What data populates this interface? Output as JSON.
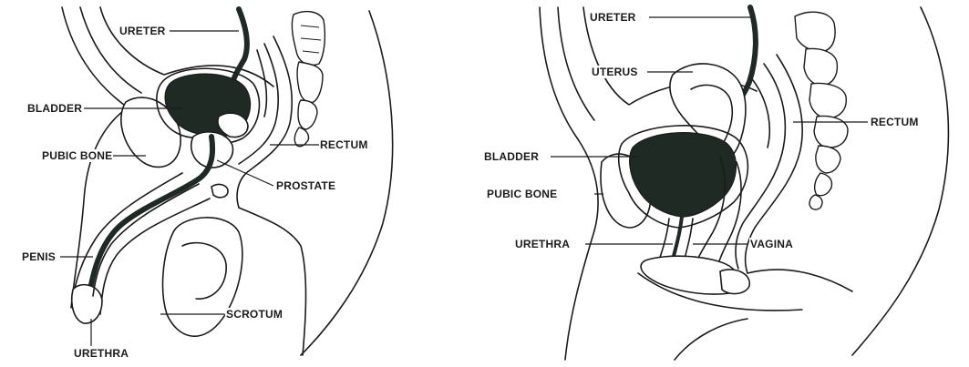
{
  "male": {
    "labels": {
      "ureter": "URETER",
      "bladder": "BLADDER",
      "pubic_bone": "PUBIC BONE",
      "rectum": "RECTUM",
      "prostate": "PROSTATE",
      "penis": "PENIS",
      "scrotum": "SCROTUM",
      "urethra": "URETHRA"
    }
  },
  "female": {
    "labels": {
      "ureter": "URETER",
      "uterus": "UTERUS",
      "rectum": "RECTUM",
      "bladder": "BLADDER",
      "pubic_bone": "PUBIC BONE",
      "urethra": "URETHRA",
      "vagina": "VAGINA"
    }
  }
}
